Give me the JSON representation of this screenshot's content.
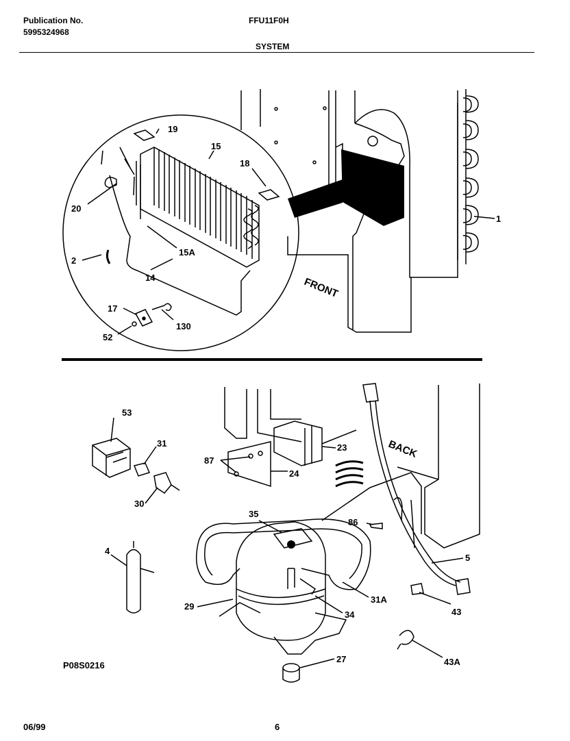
{
  "header": {
    "publication_label": "Publication No.",
    "publication_number": "5995324968",
    "model": "FFU11F0H",
    "section": "SYSTEM"
  },
  "diagram": {
    "cabinet_labels": {
      "front": "FRONT",
      "back": "BACK"
    },
    "callouts_upper": [
      "19",
      "15",
      "18",
      "20",
      "15A",
      "2",
      "14",
      "17",
      "130",
      "52",
      "1"
    ],
    "callouts_lower": [
      "53",
      "31",
      "87",
      "23",
      "24",
      "30",
      "35",
      "86",
      "4",
      "5",
      "31A",
      "29",
      "34",
      "43",
      "27",
      "43A"
    ],
    "drawing_code": "P08S0216"
  },
  "footer": {
    "date": "06/99",
    "page": "6"
  }
}
